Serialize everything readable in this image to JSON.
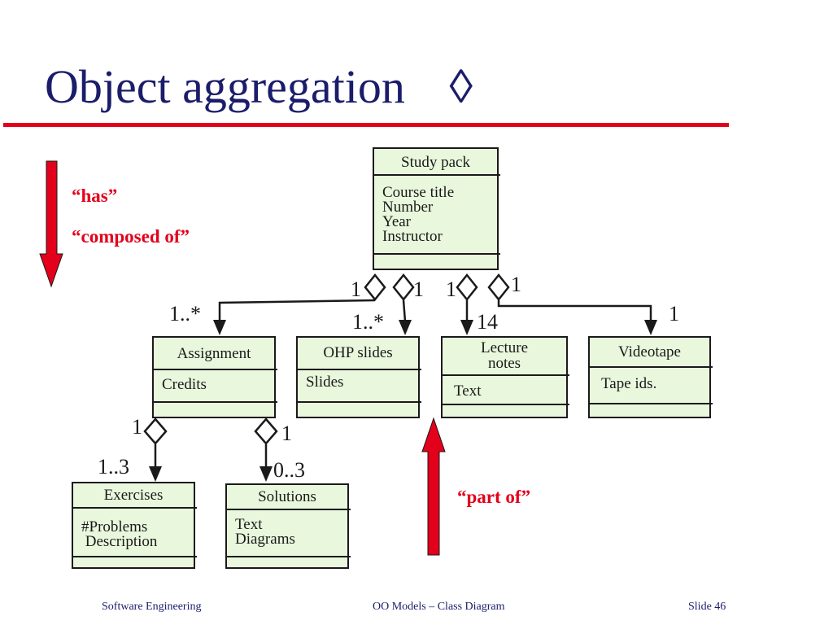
{
  "slide": {
    "title": "Object aggregation",
    "title_symbol": "◊",
    "accent_color": "#e3001b",
    "title_color": "#1b1d6b"
  },
  "notes": {
    "has": "“has”",
    "composed_of": "“composed of”",
    "part_of": "“part of”"
  },
  "classes": {
    "study_pack": {
      "name": "Study pack",
      "attrs": "Course title\nNumber\nYear\nInstructor"
    },
    "assignment": {
      "name": "Assignment",
      "attrs": "Credits"
    },
    "ohp_slides": {
      "name": "OHP slides",
      "attrs": "Slides"
    },
    "lecture_notes": {
      "name": "Lecture\nnotes",
      "attrs": "Text"
    },
    "videotape": {
      "name": "Videotape",
      "attrs": "Tape ids."
    },
    "exercises": {
      "name": "Exercises",
      "attrs": "#Problems\n Description"
    },
    "solutions": {
      "name": "Solutions",
      "attrs": "Text\nDiagrams"
    }
  },
  "multiplicities": {
    "sp_assign_whole": "1",
    "sp_ohp_whole": "1",
    "sp_lecture_whole": "1",
    "sp_video_whole": "1",
    "assign_part": "1..*",
    "ohp_part": "1..*",
    "lecture_part": "14",
    "video_part": "1",
    "asg_ex_whole": "1",
    "asg_sol_whole": "1",
    "ex_part": "1..3",
    "sol_part": "0..3"
  },
  "footer": {
    "left": "Software Engineering",
    "center": "OO Models – Class Diagram",
    "right": "Slide  46"
  }
}
